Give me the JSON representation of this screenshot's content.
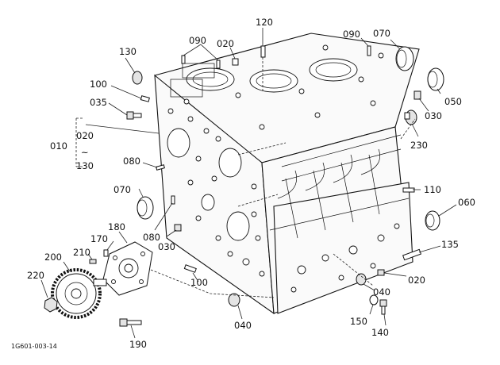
{
  "diagram_code": "1G601-003-14",
  "callouts": [
    {
      "id": "c120",
      "text": "120"
    },
    {
      "id": "c090a",
      "text": "090"
    },
    {
      "id": "c020a",
      "text": "020"
    },
    {
      "id": "c090b",
      "text": "090"
    },
    {
      "id": "c070a",
      "text": "070"
    },
    {
      "id": "c130",
      "text": "130"
    },
    {
      "id": "c100a",
      "text": "100"
    },
    {
      "id": "c035",
      "text": "035"
    },
    {
      "id": "c050",
      "text": "050"
    },
    {
      "id": "c030a",
      "text": "030"
    },
    {
      "id": "c010",
      "text": "010"
    },
    {
      "id": "c020b",
      "text": "020"
    },
    {
      "id": "ctilde",
      "text": "~"
    },
    {
      "id": "c130b",
      "text": "130"
    },
    {
      "id": "c230",
      "text": "230"
    },
    {
      "id": "c080a",
      "text": "080"
    },
    {
      "id": "c110",
      "text": "110"
    },
    {
      "id": "c070b",
      "text": "070"
    },
    {
      "id": "c060",
      "text": "060"
    },
    {
      "id": "c180",
      "text": "180"
    },
    {
      "id": "c080b",
      "text": "080"
    },
    {
      "id": "c030b",
      "text": "030"
    },
    {
      "id": "c170",
      "text": "170"
    },
    {
      "id": "c135",
      "text": "135"
    },
    {
      "id": "c210",
      "text": "210"
    },
    {
      "id": "c200",
      "text": "200"
    },
    {
      "id": "c100b",
      "text": "100"
    },
    {
      "id": "c020c",
      "text": "020"
    },
    {
      "id": "c220",
      "text": "220"
    },
    {
      "id": "c040a",
      "text": "040"
    },
    {
      "id": "c040b",
      "text": "040"
    },
    {
      "id": "c150",
      "text": "150"
    },
    {
      "id": "c140",
      "text": "140"
    },
    {
      "id": "c190",
      "text": "190"
    }
  ]
}
